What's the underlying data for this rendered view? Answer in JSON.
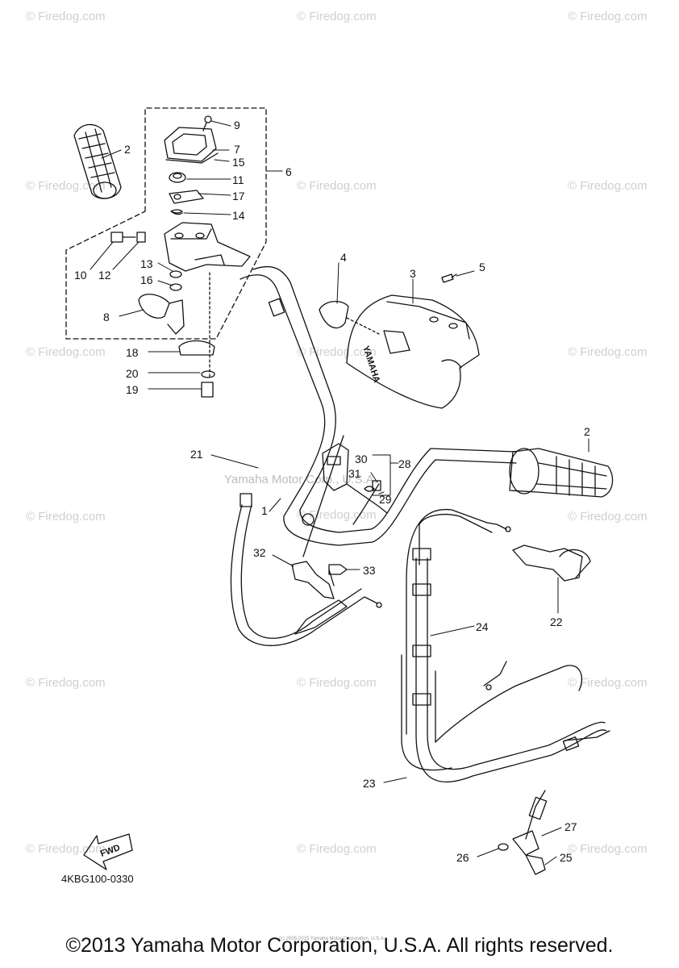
{
  "watermark": "© Firedog.com",
  "mid_watermark": "Yamaha Motor Corp., U.S.A.",
  "tiny_credit": "(c) 2005-2015 Yamaha Motor Corporation, U.S.A.",
  "part_code": "4KBG100-0330",
  "fwd_label": "FWD",
  "brand_on_cover": "YAMAHA",
  "copyright": "©2013 Yamaha Motor Corporation, U.S.A. All rights reserved.",
  "callouts": [
    {
      "id": "c9",
      "label": "9"
    },
    {
      "id": "c2a",
      "label": "2"
    },
    {
      "id": "c7",
      "label": "7"
    },
    {
      "id": "c15",
      "label": "15"
    },
    {
      "id": "c6",
      "label": "6"
    },
    {
      "id": "c11",
      "label": "11"
    },
    {
      "id": "c17",
      "label": "17"
    },
    {
      "id": "c14",
      "label": "14"
    },
    {
      "id": "c10",
      "label": "10"
    },
    {
      "id": "c12",
      "label": "12"
    },
    {
      "id": "c13",
      "label": "13"
    },
    {
      "id": "c16",
      "label": "16"
    },
    {
      "id": "c8",
      "label": "8"
    },
    {
      "id": "c4",
      "label": "4"
    },
    {
      "id": "c3",
      "label": "3"
    },
    {
      "id": "c5",
      "label": "5"
    },
    {
      "id": "c18",
      "label": "18"
    },
    {
      "id": "c20",
      "label": "20"
    },
    {
      "id": "c19",
      "label": "19"
    },
    {
      "id": "c21",
      "label": "21"
    },
    {
      "id": "c2b",
      "label": "2"
    },
    {
      "id": "c30",
      "label": "30"
    },
    {
      "id": "c28",
      "label": "28"
    },
    {
      "id": "c31",
      "label": "31"
    },
    {
      "id": "c29",
      "label": "29"
    },
    {
      "id": "c1",
      "label": "1"
    },
    {
      "id": "c32",
      "label": "32"
    },
    {
      "id": "c33",
      "label": "33"
    },
    {
      "id": "c22",
      "label": "22"
    },
    {
      "id": "c24",
      "label": "24"
    },
    {
      "id": "c23",
      "label": "23"
    },
    {
      "id": "c27",
      "label": "27"
    },
    {
      "id": "c26",
      "label": "26"
    },
    {
      "id": "c25",
      "label": "25"
    }
  ]
}
